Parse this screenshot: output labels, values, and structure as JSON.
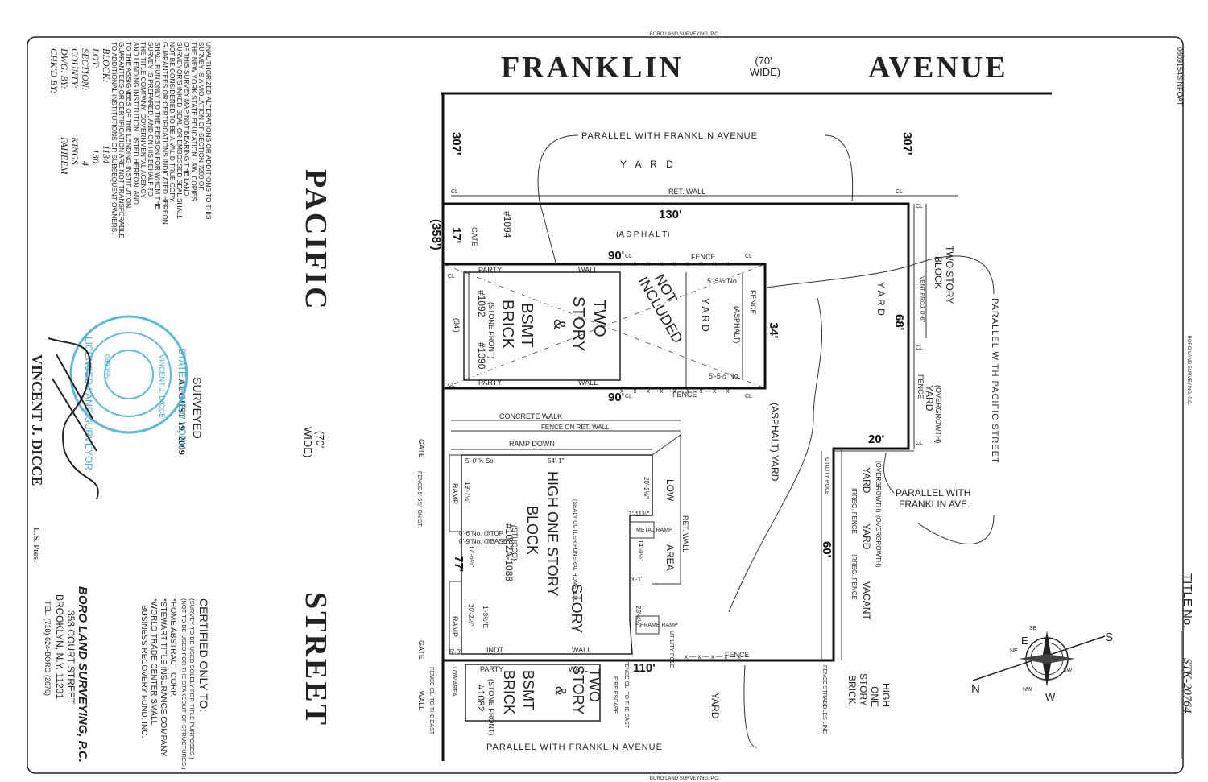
{
  "streets": {
    "franklin_left": "FRANKLIN",
    "franklin_right": "AVENUE",
    "franklin_width": "(70'",
    "franklin_width2": "WIDE)",
    "pacific_top": "PACIFIC",
    "pacific_bottom": "STREET",
    "pacific_width": "(70'",
    "pacific_width2": "WIDE)"
  },
  "dimensions": {
    "d307_left": "307'",
    "d307_right": "307'",
    "d130": "130'",
    "d17": "17'",
    "d358": "(358')",
    "d90_top": "90'",
    "d90_bottom": "90'",
    "d34": "34'",
    "d68": "68'",
    "d20": "20'",
    "d60": "60'",
    "d77": "77'",
    "d110": "110'"
  },
  "labels": {
    "parallel_franklin_top": "PARALLEL WITH FRANKLIN AVENUE",
    "parallel_franklin_bottom": "PARALLEL WITH FRANKLIN AVENUE",
    "parallel_pacific": "PARALLEL WITH PACIFIC STREET",
    "parallel_franklin_ave_1": "PARALLEL WITH",
    "parallel_franklin_ave_2": "FRANKLIN AVE.",
    "yard_top": "Y A R D",
    "ret_wall": "RET. WALL",
    "asphalt": "(A S P H A L T)",
    "fence": "FENCE",
    "party": "PARTY",
    "wall": "WALL",
    "gate": "GATE",
    "lot_1094": "#1094",
    "bldg1_l1": "TWO",
    "bldg1_l2": "STORY",
    "bldg1_l3": "&",
    "bldg1_l4": "BSMT",
    "bldg1_l5": "BRICK",
    "bldg1_num1": "#1092",
    "bldg1_num2": "#1090",
    "stone_front": "(STONE FRONT)",
    "not_1": "NOT",
    "not_2": "INCLUDED",
    "yard_side": "Y A R D",
    "asphalt_side": "(ASPHALT)",
    "two_story_block_1": "TWO STORY",
    "two_story_block_2": "BLOCK",
    "vent_proj": "VENT PROJ. 0'-6\"",
    "yard_right": "Y A R D",
    "overgrowth_yard": "(OVERGROWTH)",
    "yard_word": "YARD",
    "concrete_walk": "CONCRETE  WALK",
    "fence_ret_wall": "FENCE ON RET. WALL",
    "ramp_down": "RAMP DOWN",
    "main_1": "HIGH ONE STORY",
    "main_2": "BLOCK",
    "main_3": "(STUCCO)",
    "main_4": "#1082A-1088",
    "funeral": "(SEALY CUTLER FUNERAL HOME, LLC)",
    "low_area_1": "LOW",
    "low_area_2": "AREA",
    "metal_ramp": "METAL RAMP",
    "frame_ramp": "FRAME RAMP",
    "ramp": "RAMP",
    "utility_pole": "UTILITY POLE",
    "yard_asphalt": "(ASPHALT) YARD",
    "irreg_fence": "IRREG. FENCE",
    "vacant": "VACANT",
    "high_one_story_brick_1": "HIGH",
    "high_one_story_brick_2": "ONE",
    "high_one_story_brick_3": "STORY",
    "high_one_story_brick_4": "BRICK",
    "stradd_line": "FENCE STRADDLES LINE",
    "yard_bottom": "YARD",
    "bldg2_l1": "TWO",
    "bldg2_l2": "STORY",
    "bldg2_l3": "&",
    "bldg2_l4": "BSMT",
    "bldg2_l5": "BRICK",
    "bldg2_num": "#1082",
    "low_area_small": "LOW AREA",
    "fence_cl_east": "FENCE CL. TO THE EAST",
    "fire_escape": "FIRE ESCAPE",
    "dim_54": "54'-1\"",
    "dim_5034": "5'-0\"¾ So.",
    "dim_1972": "19'-7½\"",
    "dim_2028": "20'-2⅛\"",
    "dim_7113": "7'-11¾\"",
    "dim_1402": "14'-0½\"",
    "dim_31": "3'-1\"",
    "dim_2344": "23'-4¼\"",
    "dim_2020": "20'-2½\"",
    "dim_1312": "1'-3½\"E",
    "dim_1762": "17'-6½\"",
    "dim_06": "0'-6\"No. @TOP",
    "dim_09": "0'-9\"No. @BASE",
    "dim_50": "5'-0\"",
    "dim_55n": "5'-5½\"No.",
    "dim_55s": "5'-5½\"No.",
    "dim_341": "(34')",
    "fence_5": "FENCE 5'-5½\" ON ST.",
    "cl": "CL"
  },
  "notice": [
    "UNAUTHORIZED ALTERATIONS OR ADDITIONS TO THIS",
    "SURVEY IS A VIOLATION OF SECTION 7209 OF",
    "THE NEW YORK STATE EDUCATION LAW. COPIES",
    "OF THIS SURVEY MAP NOT BEARING THE LAND",
    "SURVEYOR'S INKED SEAL OR EMBOSSED SEAL SHALL",
    "NOT BE CONSIDERED TO BE A VALID TRUE COPY.",
    "GUARANTEES OR CERTIFICATIONS INDICATED HEREON",
    "SHALL RUN ONLY TO THE PERSON FOR WHOM THE",
    "SURVEY IS PREPARED, AND ON HIS BEHALF TO",
    "THE TITLE COMPANY, GOVERNMENTAL AGENCY",
    "AND LENDING INSTITUTION LISTED HEREON, AND",
    "TO THE ASSIGNEES OF THE LENDING INSTITUTION.",
    "GUARANTEES OR CERTIFICATION ARE NOT TRANSFERABLE",
    "TO ADDITIONAL INSTITUTIONS OR SUBSEQUENT OWNERS."
  ],
  "title_block": {
    "block_label": "BLOCK:",
    "block": "1134",
    "lot_label": "LOT:",
    "lot": "130",
    "section_label": "SECTION:",
    "section": "4",
    "county_label": "COUNTY:",
    "county": "KINGS",
    "dwg_label": "DWG. BY:",
    "dwg": "FAHEEM",
    "chk_label": "CHK'D BY:",
    "chk": ""
  },
  "surveyed": {
    "label": "SURVEYED",
    "date": "AUGUST 19, 2009"
  },
  "surveyor": {
    "name": "VINCENT J. DICCE",
    "suffix": "L.S. Pres."
  },
  "stamp": {
    "outer_top": "STATE OF NEW YORK",
    "outer_bottom": "LICENSED LAND SURVEYOR",
    "center": "VINCENT J. DICCE",
    "number": "049355"
  },
  "certified": {
    "heading": "CERTIFIED ONLY TO:",
    "note1": "(SURVEY TO BE USED SOLELY FOR TITLE PURPOSES.)",
    "note2": "(NOT TO BE USED FOR THE STAKEOUT OF STRUCTURES.)",
    "c1": "*HOME ABSTRACT CORP.",
    "c2": "*STEWART TITLE INSURANCE COMPANY",
    "c3": "*WORLD TRADE CENTER SMALL",
    "c4": "BUSINESS RECOVERY FUND, INC."
  },
  "company": {
    "name": "BORO LAND SURVEYING, P.C.",
    "addr1": "353 COURT STREET",
    "addr2": "BROOKLYN, N.Y. 11231",
    "tel": "TEL. (718) 624-BORO (2676)",
    "border_text": "BORO LAND SURVEYING, P.C."
  },
  "title_no": {
    "label": "TITLE No.",
    "value": "STK-20764"
  },
  "file_ref": "0609154SINFOAT",
  "compass": {
    "n": "N",
    "s": "S",
    "e": "E",
    "w": "W",
    "ne": "NE",
    "nw": "NW",
    "se": "SE",
    "sw": "SW"
  }
}
